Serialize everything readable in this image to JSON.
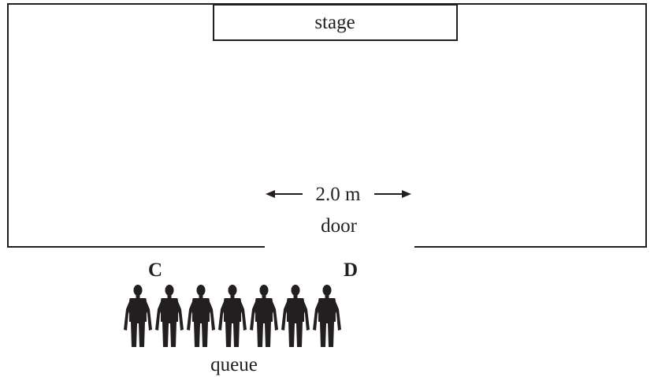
{
  "room": {
    "stage_label": "stage",
    "door_label": "door",
    "door_width_label": "2.0 m"
  },
  "queue": {
    "label": "queue",
    "end_c_label": "C",
    "end_d_label": "D",
    "people_count": 7
  }
}
